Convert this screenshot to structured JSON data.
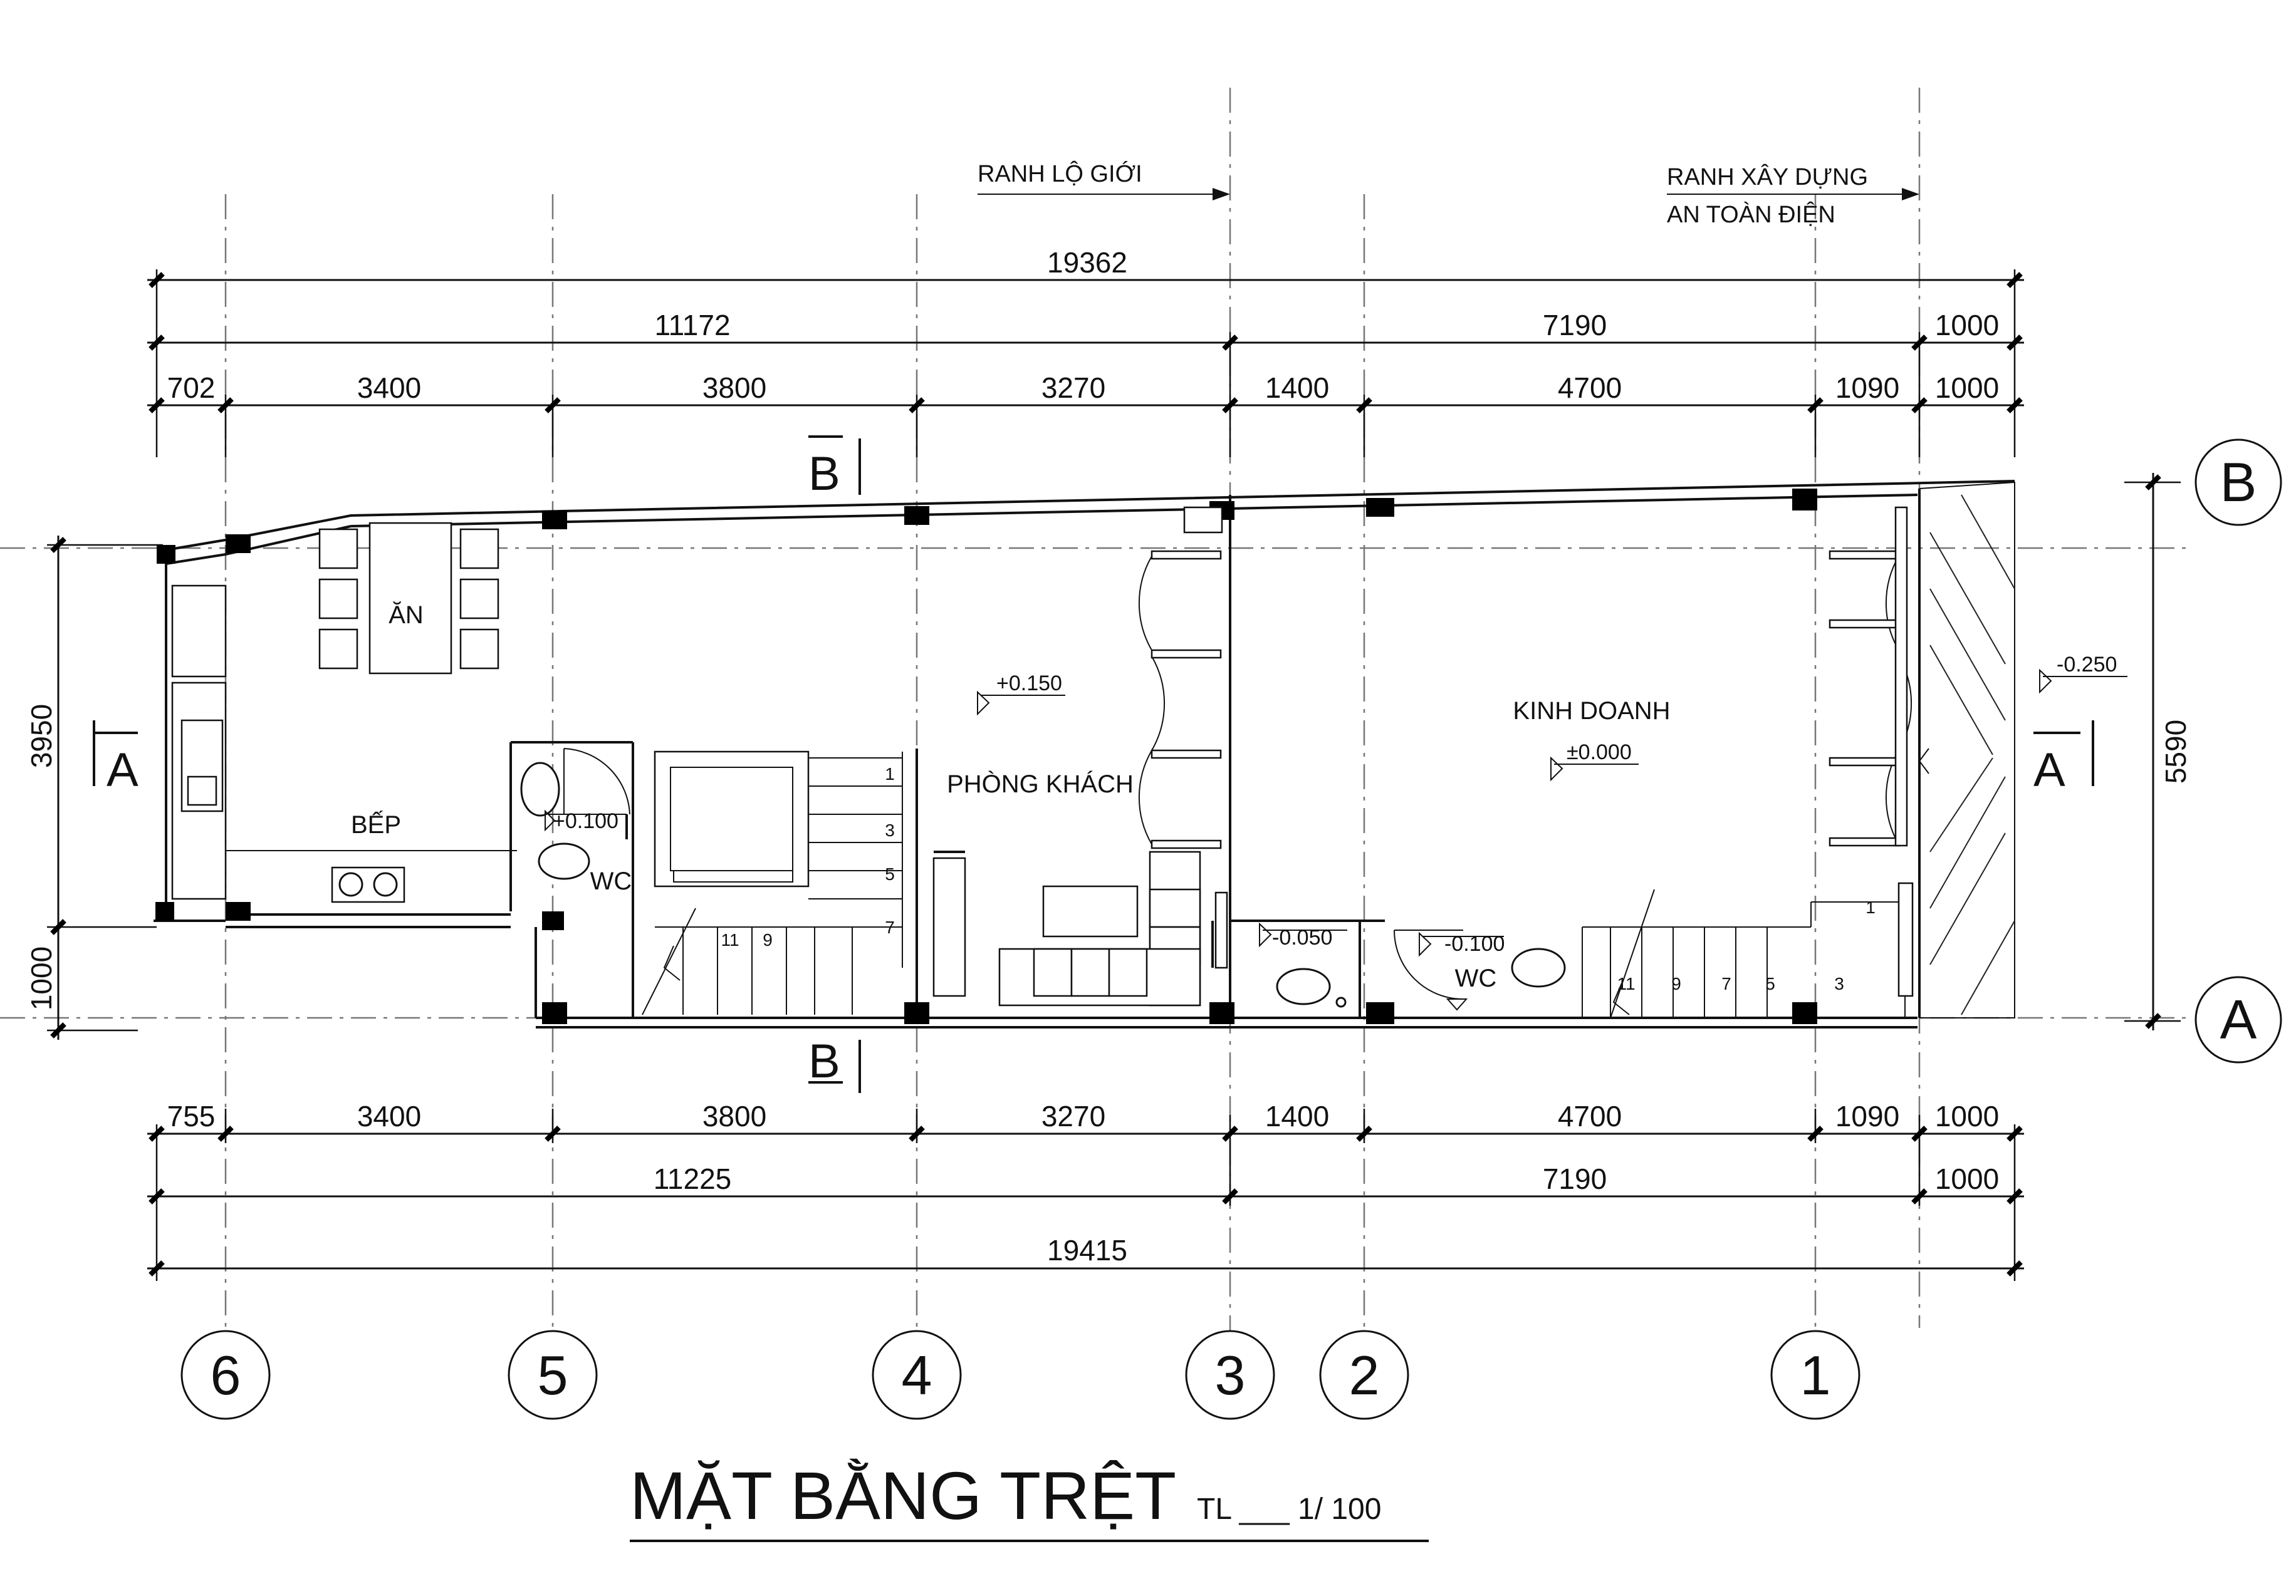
{
  "drawing": {
    "title": "MẶT BẰNG TRỆT",
    "scale": "TL ___ 1/ 100"
  },
  "notes": {
    "road_limit": "RANH LỘ GIỚI",
    "safety_line_1": "RANH XÂY DỰNG",
    "safety_line_2": "AN TOÀN ĐIỆN"
  },
  "dims_top": {
    "total": "19362",
    "left_part": "11172",
    "mid_part": "7190",
    "right_part": "1000",
    "seg_702": "702",
    "seg_3400": "3400",
    "seg_3800": "3800",
    "seg_3270": "3270",
    "seg_1400": "1400",
    "seg_4700": "4700",
    "seg_1090": "1090",
    "seg_1000": "1000"
  },
  "dims_bottom": {
    "seg_755": "755",
    "seg_3400": "3400",
    "seg_3800": "3800",
    "seg_3270": "3270",
    "seg_1400": "1400",
    "seg_4700": "4700",
    "seg_1090": "1090",
    "seg_1000": "1000",
    "left_part": "11225",
    "mid_part": "7190",
    "right_part": "1000",
    "total": "19415"
  },
  "dims_side": {
    "left_upper": "3950",
    "left_lower": "1000",
    "right": "5590"
  },
  "grid_axes": {
    "a6": "6",
    "a5": "5",
    "a4": "4",
    "a3": "3",
    "a2": "2",
    "a1": "1",
    "aB": "B",
    "aA": "A"
  },
  "sections": {
    "B": "B",
    "A": "A"
  },
  "rooms": {
    "dining": "ĂN",
    "kitchen": "BẾP",
    "living": "PHÒNG KHÁCH",
    "business": "KINH DOANH",
    "wc_left": "WC",
    "wc_right": "WC"
  },
  "levels": {
    "living": "+0.150",
    "business": "±0.000",
    "wc_left": "+0.100",
    "wc_right": "-0.100",
    "hall": "-0.050",
    "sidewalk": "-0.250"
  },
  "stairs": {
    "s1": "1",
    "s3": "3",
    "s5": "5",
    "s7": "7",
    "s9": "9",
    "s11": "11",
    "r1": "1",
    "r3": "3",
    "r5": "5",
    "r7": "7",
    "r9": "9",
    "r11": "11"
  }
}
